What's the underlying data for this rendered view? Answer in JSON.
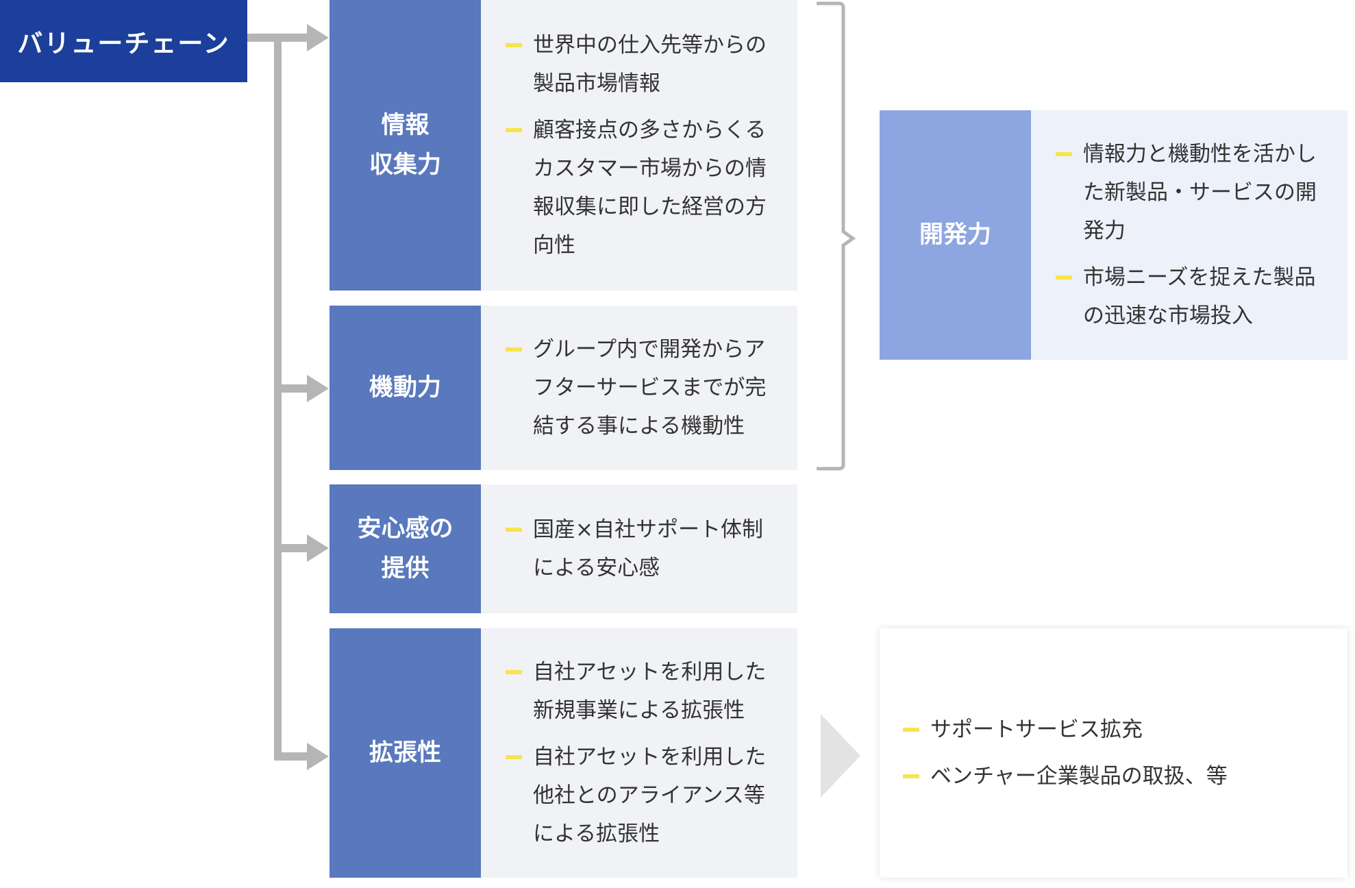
{
  "root": {
    "label": "バリューチェーン"
  },
  "categories": [
    {
      "label": "情報\n収集力",
      "bullets": [
        "世界中の仕入先等からの製品市場情報",
        "顧客接点の多さからくるカスタマー市場からの情報収集に即した経営の方向性"
      ]
    },
    {
      "label": "機動力",
      "bullets": [
        "グループ内で開発からアフターサービスまでが完結する事による機動性"
      ]
    },
    {
      "label": "安心感の\n提供",
      "bullets": [
        "国産×自社サポート体制による安心感"
      ]
    },
    {
      "label": "拡張性",
      "bullets": [
        "自社アセットを利用した新規事業による拡張性",
        "自社アセットを利用した他社とのアライアンス等による拡張性"
      ]
    }
  ],
  "development": {
    "label": "開発力",
    "bullets": [
      "情報力と機動性を活かした新製品・サービスの開発力",
      "市場ニーズを捉えた製品の迅速な市場投入"
    ]
  },
  "expansion_result": {
    "bullets": [
      "サポートサービス拡充",
      "ベンチャー企業製品の取扱、等"
    ]
  },
  "colors": {
    "root_bg": "#1b3f9a",
    "category_bg": "#5978bd",
    "development_bg": "#8da6e1",
    "description_bg": "#f0f2f5",
    "connector": "#b5b5b5",
    "bullet_dash": "#f7e44a"
  }
}
